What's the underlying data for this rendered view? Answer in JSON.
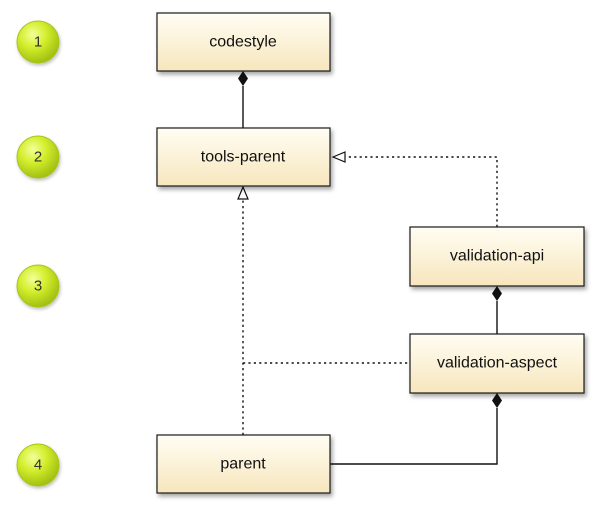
{
  "levels": [
    "1",
    "2",
    "3",
    "4"
  ],
  "nodes": {
    "codestyle": "codestyle",
    "tools_parent": "tools-parent",
    "validation_api": "validation-api",
    "validation_aspect": "validation-aspect",
    "parent": "parent"
  },
  "colors": {
    "level_circle": "#c8e62a",
    "box_fill_top": "#fffdf3",
    "box_fill_bottom": "#f8e8c0",
    "line": "#111111"
  }
}
